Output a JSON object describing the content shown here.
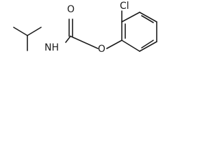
{
  "atoms": {
    "chlorine": "Cl",
    "nitrogen_hydrogen": "NH",
    "carbonyl_oxygen": "O",
    "ester_oxygen": "O"
  }
}
